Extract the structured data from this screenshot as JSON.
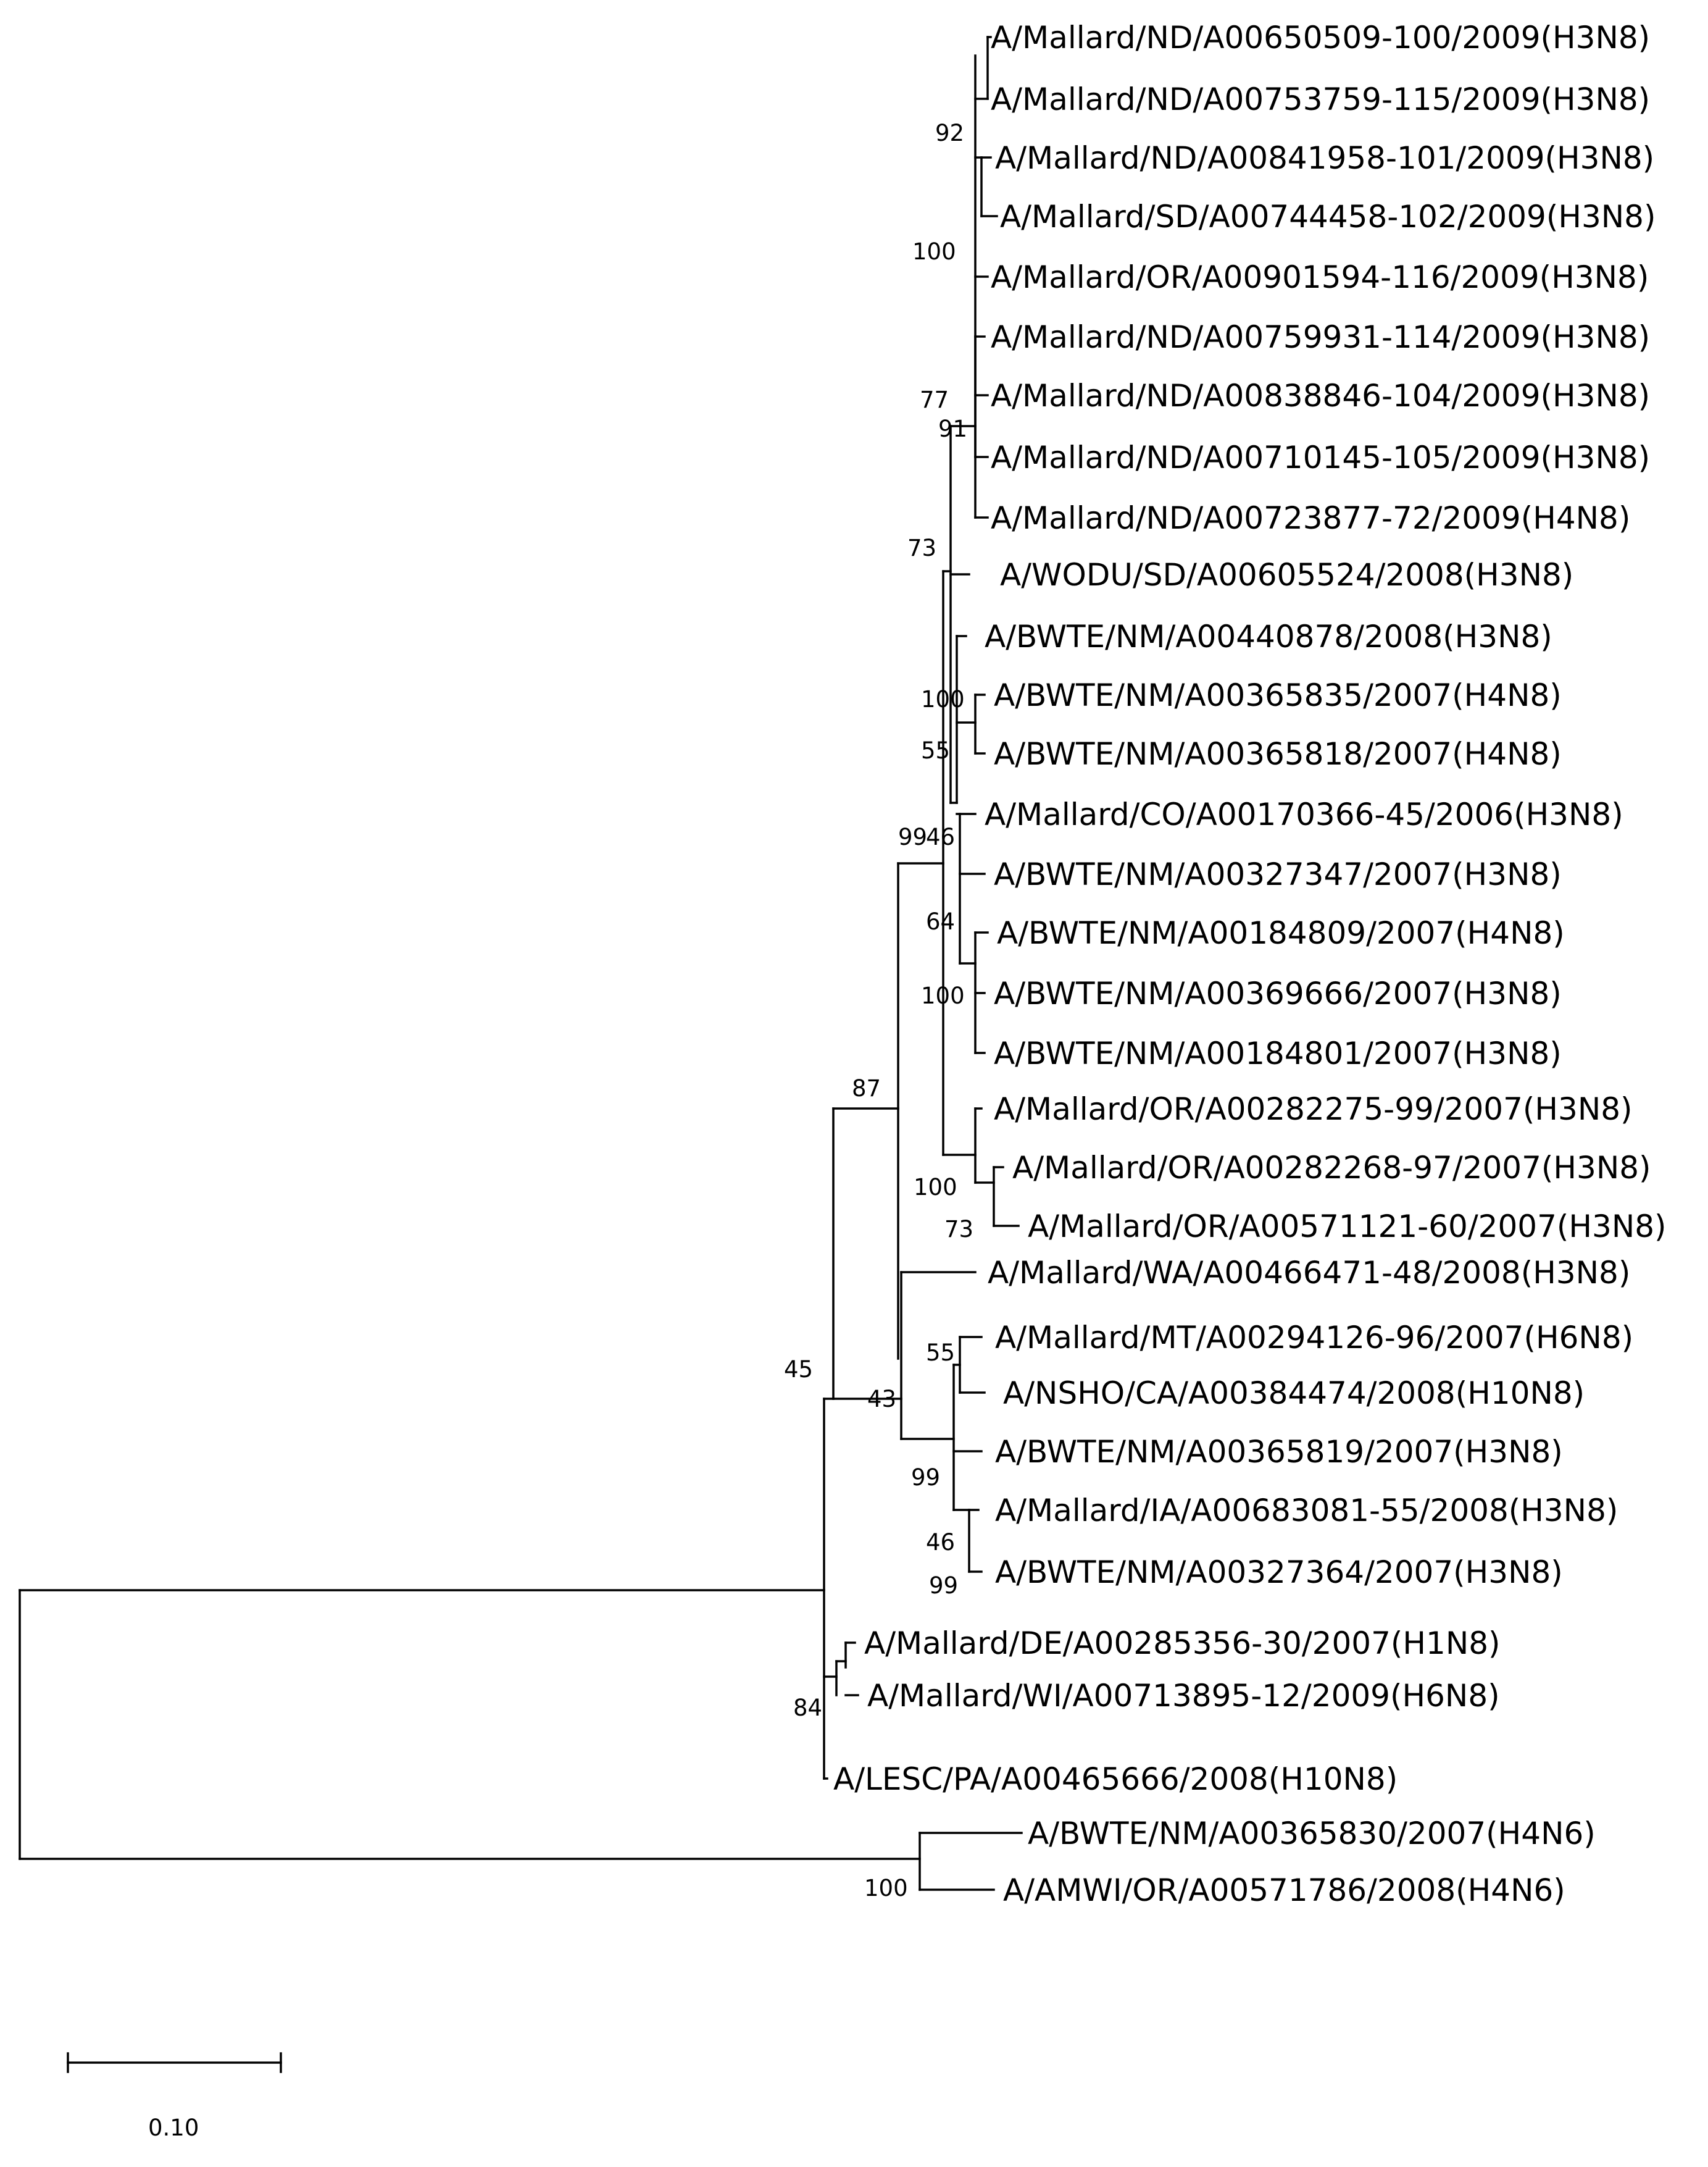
{
  "tree": {
    "taxa": [
      "A/Mallard/ND/A00650509-100/2009(H3N8)",
      "A/Mallard/ND/A00753759-115/2009(H3N8)",
      "A/Mallard/ND/A00841958-101/2009(H3N8)",
      "A/Mallard/SD/A00744458-102/2009(H3N8)",
      "A/Mallard/OR/A00901594-116/2009(H3N8)",
      "A/Mallard/ND/A00759931-114/2009(H3N8)",
      "A/Mallard/ND/A00838846-104/2009(H3N8)",
      "A/Mallard/ND/A00710145-105/2009(H3N8)",
      "A/Mallard/ND/A00723877-72/2009(H4N8)",
      "A/WODU/SD/A00605524/2008(H3N8)",
      "A/BWTE/NM/A00440878/2008(H3N8)",
      "A/BWTE/NM/A00365835/2007(H4N8)",
      "A/BWTE/NM/A00365818/2007(H4N8)",
      "A/Mallard/CO/A00170366-45/2006(H3N8)",
      "A/BWTE/NM/A00327347/2007(H3N8)",
      "A/BWTE/NM/A00184809/2007(H4N8)",
      "A/BWTE/NM/A00369666/2007(H3N8)",
      "A/BWTE/NM/A00184801/2007(H3N8)",
      "A/Mallard/OR/A00282275-99/2007(H3N8)",
      "A/Mallard/OR/A00282268-97/2007(H3N8)",
      "A/Mallard/OR/A00571121-60/2007(H3N8)",
      "A/Mallard/WA/A00466471-48/2008(H3N8)",
      "A/Mallard/MT/A00294126-96/2007(H6N8)",
      "A/NSHO/CA/A00384474/2008(H10N8)",
      "A/BWTE/NM/A00365819/2007(H3N8)",
      "A/Mallard/IA/A00683081-55/2008(H3N8)",
      "A/BWTE/NM/A00327364/2007(H3N8)",
      "A/Mallard/DE/A00285356-30/2007(H1N8)",
      "A/Mallard/WI/A00713895-12/2009(H6N8)",
      "A/LESC/PA/A00465666/2008(H10N8)",
      "A/BWTE/NM/A00365830/2007(H4N6)",
      "A/AMWI/OR/A00571786/2008(H4N6)"
    ],
    "bootstrap_values": [
      "92",
      "100",
      "77",
      "91",
      "73",
      "100",
      "55",
      "99",
      "46",
      "64",
      "100",
      "87",
      "100",
      "73",
      "45",
      "55",
      "43",
      "99",
      "46",
      "99",
      "84",
      "100"
    ],
    "scale_bar": {
      "label": "0.10"
    }
  }
}
